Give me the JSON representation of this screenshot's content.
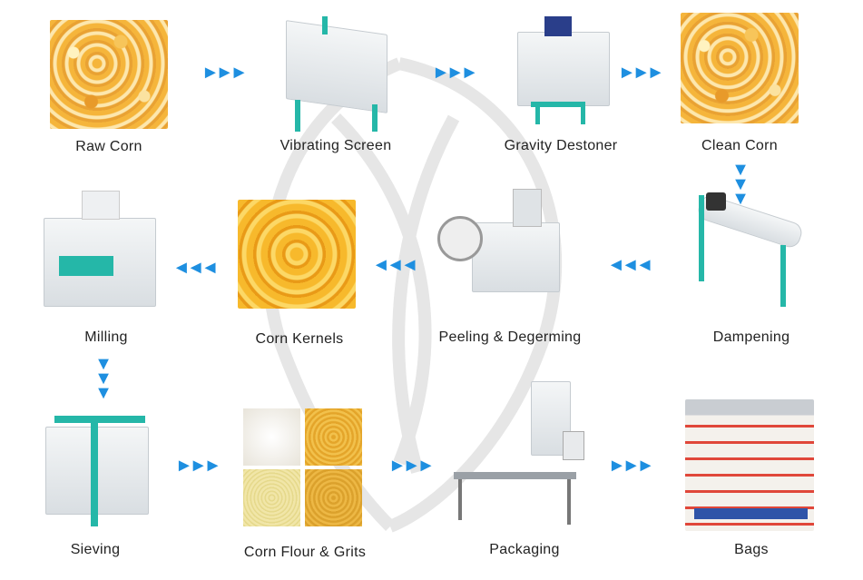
{
  "steps": [
    {
      "label": "Raw Corn"
    },
    {
      "label": "Vibrating Screen"
    },
    {
      "label": "Gravity Destoner"
    },
    {
      "label": "Clean Corn"
    },
    {
      "label": "Dampening"
    },
    {
      "label": "Peeling & Degerming"
    },
    {
      "label": "Corn Kernels"
    },
    {
      "label": "Milling"
    },
    {
      "label": "Sieving"
    },
    {
      "label": "Corn Flour & Grits"
    },
    {
      "label": "Packaging"
    },
    {
      "label": "Bags"
    }
  ],
  "arrows": {
    "right": "►►►",
    "left": "◄◄◄",
    "down": "▼▼▼"
  },
  "colors": {
    "arrow": "#1e8fe0",
    "machine_accent": "#25b7a8"
  }
}
